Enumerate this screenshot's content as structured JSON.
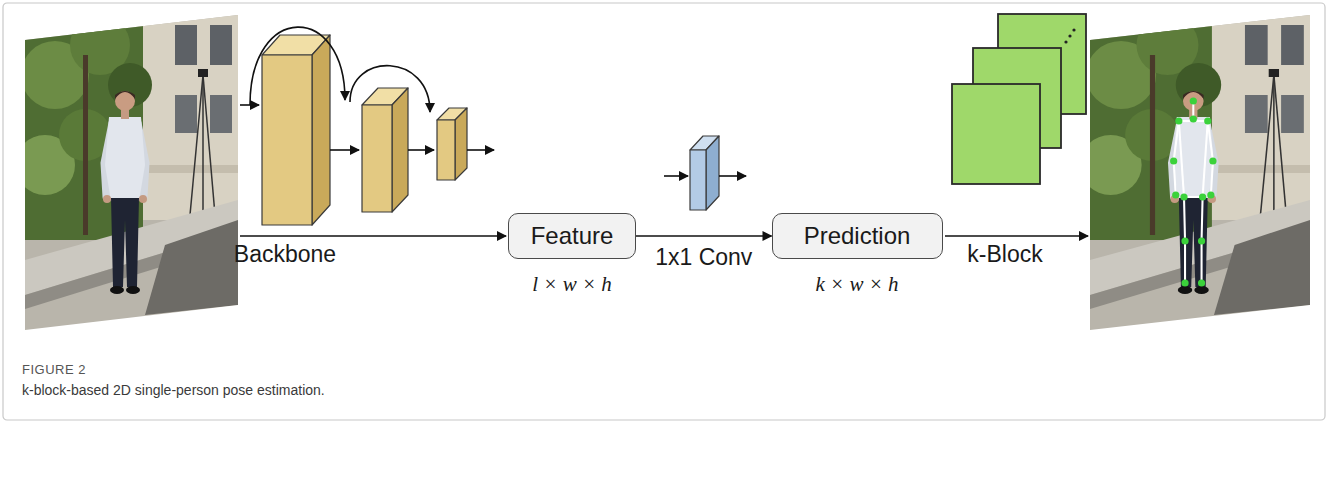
{
  "diagram": {
    "caption": "k-block-based 2D single-person pose estimation.",
    "nodes": [
      {
        "text": [
          "Feature"
        ]
      },
      {
        "text": [
          "Prediction"
        ]
      }
    ],
    "edges": [
      {
        "from": 0,
        "to": 1,
        "arrow": "to",
        "label": "1x1 Conv"
      }
    ],
    "labels": [
      "Backbone",
      "l × w × h",
      "k × w × h",
      "k-Block",
      "FIGURE 2"
    ]
  }
}
